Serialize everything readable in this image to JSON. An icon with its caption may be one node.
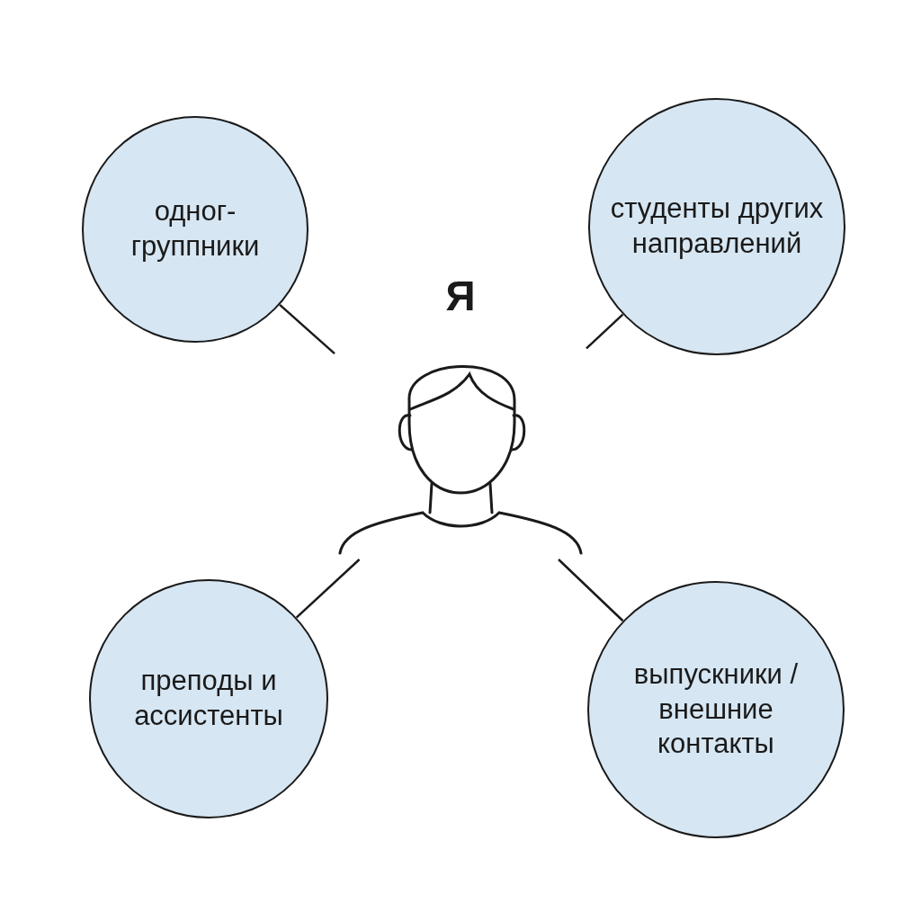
{
  "diagram": {
    "nodes": [
      {
        "text": [
          "одног- группники"
        ]
      },
      {
        "text": [
          "студенты других направлений"
        ]
      },
      {
        "text": [
          "Я"
        ]
      },
      {
        "text": [
          "преподы и ассистенты"
        ]
      },
      {
        "text": [
          "выпускники / внешние контакты"
        ]
      }
    ],
    "edges": [
      {
        "from": 2,
        "to": 0,
        "arrow": "none"
      },
      {
        "from": 2,
        "to": 1,
        "arrow": "none"
      },
      {
        "from": 2,
        "to": 3,
        "arrow": "none"
      },
      {
        "from": 2,
        "to": 4,
        "arrow": "none"
      }
    ]
  }
}
